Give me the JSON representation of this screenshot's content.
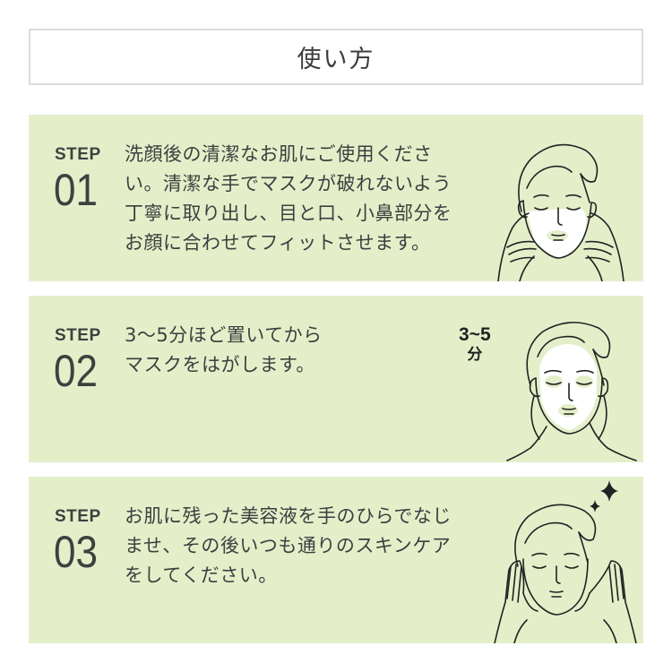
{
  "header": {
    "title": "使い方"
  },
  "colors": {
    "panel_bg": "#e4efca",
    "mask_white": "#ffffff",
    "text": "#3e3e3e",
    "line": "#222222",
    "title_border": "#dcdcdc"
  },
  "steps": [
    {
      "label": "STEP",
      "number": "01",
      "lines": [
        "洗顔後の清潔なお肌にご使用くださ",
        "い。清潔な手でマスクが破れないよう",
        "丁寧に取り出し、目と口、小鼻部分を",
        "お顔に合わせてフィットさせます。"
      ],
      "illustration": "face-applying-mask-icon"
    },
    {
      "label": "STEP",
      "number": "02",
      "lines": [
        "3～5分ほど置いてから",
        "マスクをはがします。"
      ],
      "time_badge": {
        "line1": "3~5",
        "line2": "分"
      },
      "illustration": "face-wearing-mask-icon"
    },
    {
      "label": "STEP",
      "number": "03",
      "lines": [
        "お肌に残った美容液を手のひらでなじ",
        "ませ、その後いつも通りのスキンケア",
        "をしてください。"
      ],
      "illustration": "face-hands-sparkle-icon"
    }
  ]
}
